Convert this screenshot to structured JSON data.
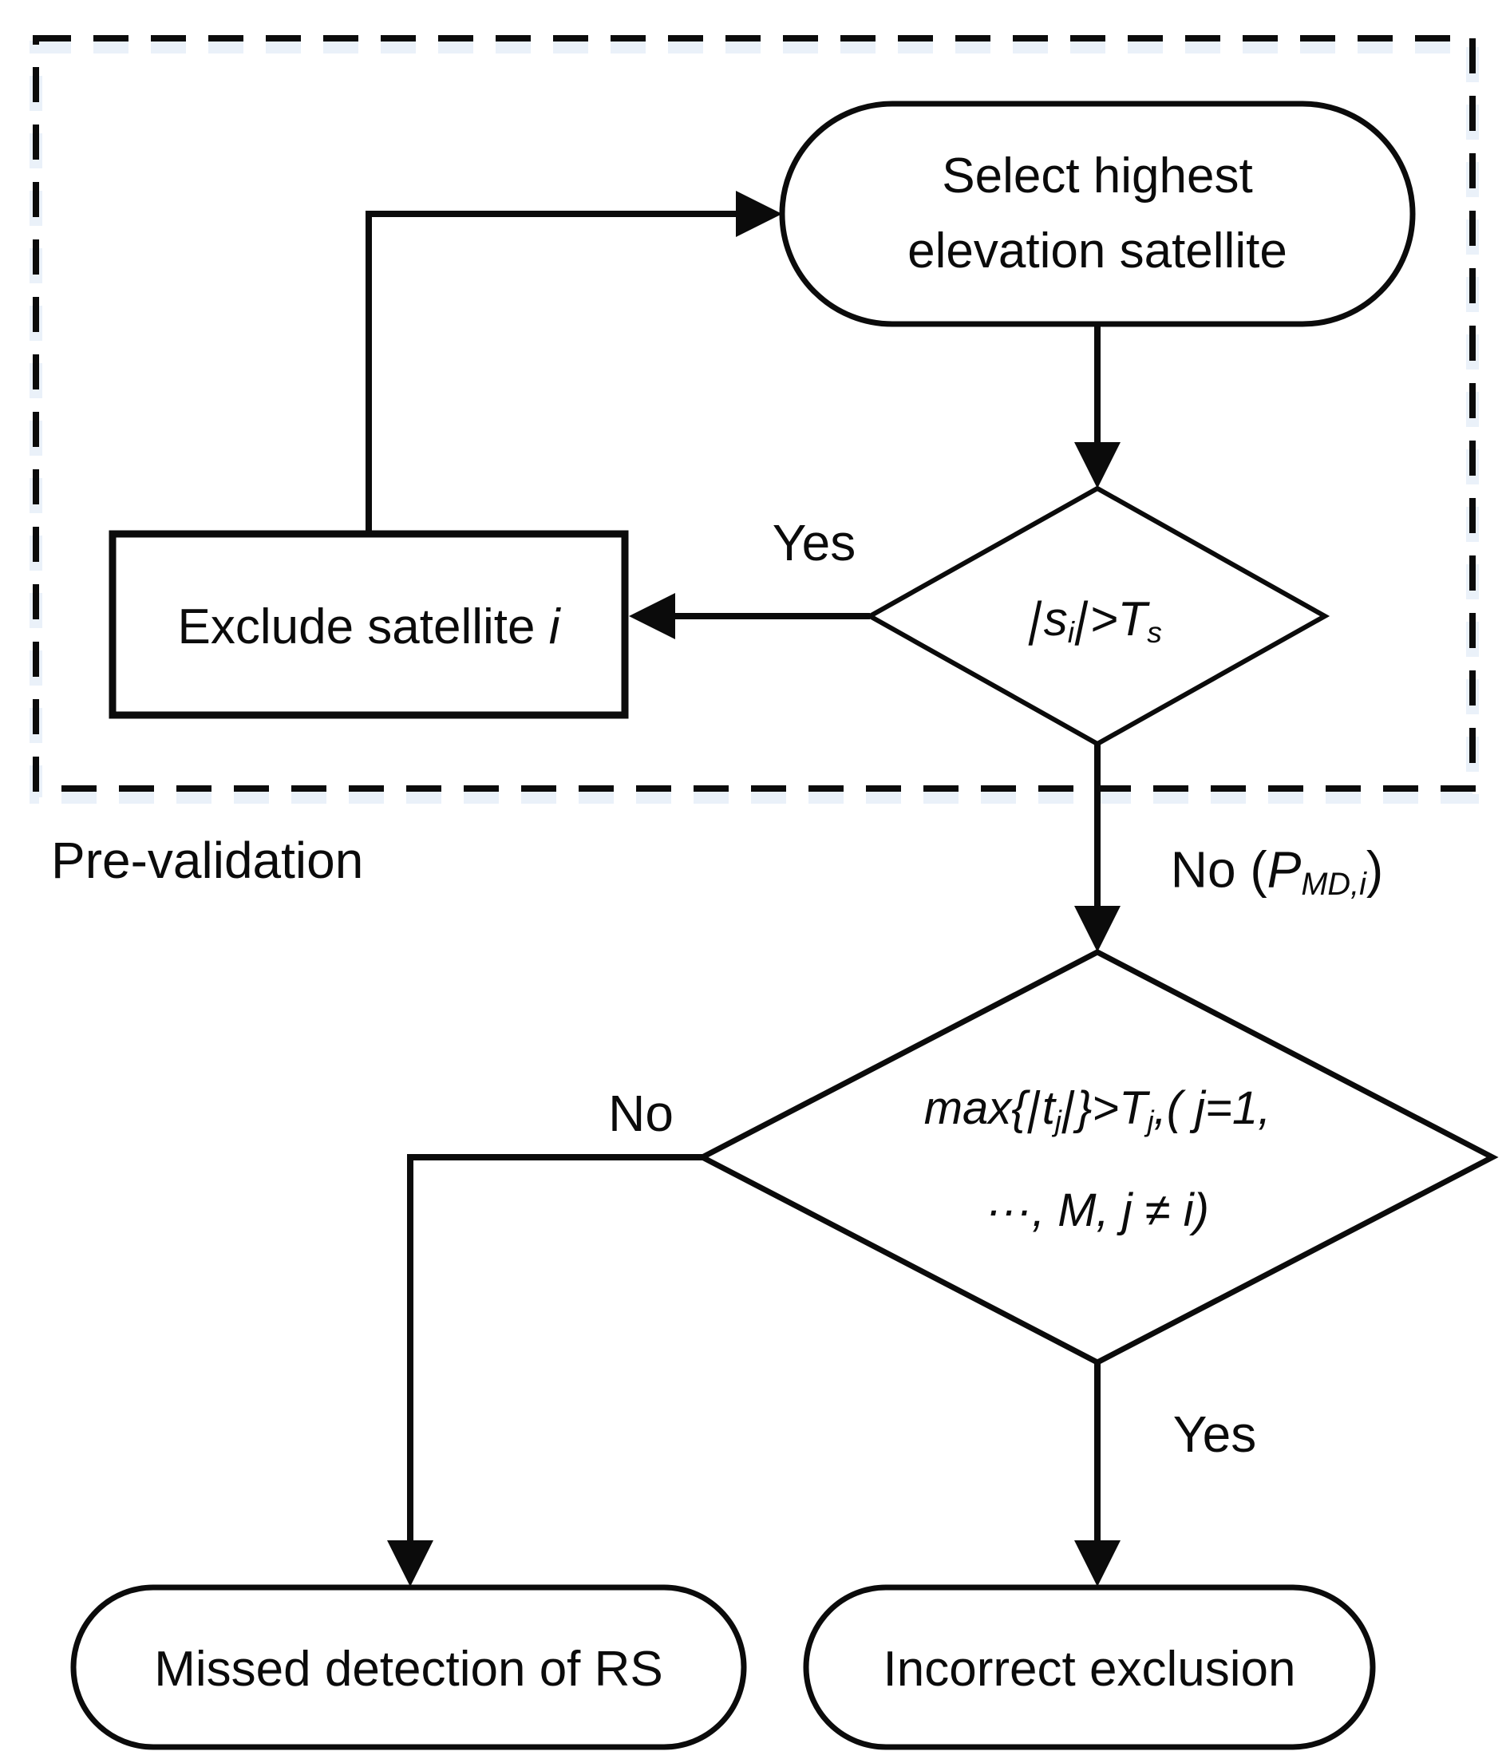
{
  "diagram": {
    "background": "#ffffff",
    "line_color": "#0b0b0b",
    "dash_halo_color": "#d9e6f4",
    "region": {
      "label": "Pre-validation"
    },
    "nodes": {
      "select": {
        "type": "terminator",
        "line1": "Select highest",
        "line2": "elevation satellite"
      },
      "prevalidation_decision": {
        "type": "decision",
        "bar1": "|",
        "var": "s",
        "var_sub": "i",
        "bar2": "|",
        "gt": ">",
        "threshold": "T",
        "threshold_sub": "s"
      },
      "exclude": {
        "type": "process",
        "label_prefix": "Exclude satellite ",
        "label_var": "i"
      },
      "exclusion_decision": {
        "type": "decision",
        "l1_max": "max{",
        "l1_bar1": "|",
        "l1_t": "t",
        "l1_sub1": "j",
        "l1_bar2": "|",
        "l1_close": "}>",
        "l1_T": "T",
        "l1_sub2": "j",
        "l1_tail": ",( j=1,",
        "l2": "···, M, j ≠ i)"
      },
      "missed": {
        "type": "terminator",
        "label": "Missed detection of RS"
      },
      "incorrect": {
        "type": "terminator",
        "label": "Incorrect exclusion"
      }
    },
    "edges": {
      "yes_top": "Yes",
      "no_pmd_prefix": "No (",
      "no_pmd_p": "P",
      "no_pmd_sub": "MD,i",
      "no_pmd_close": ")",
      "no_left": "No",
      "yes_bottom": "Yes"
    }
  }
}
